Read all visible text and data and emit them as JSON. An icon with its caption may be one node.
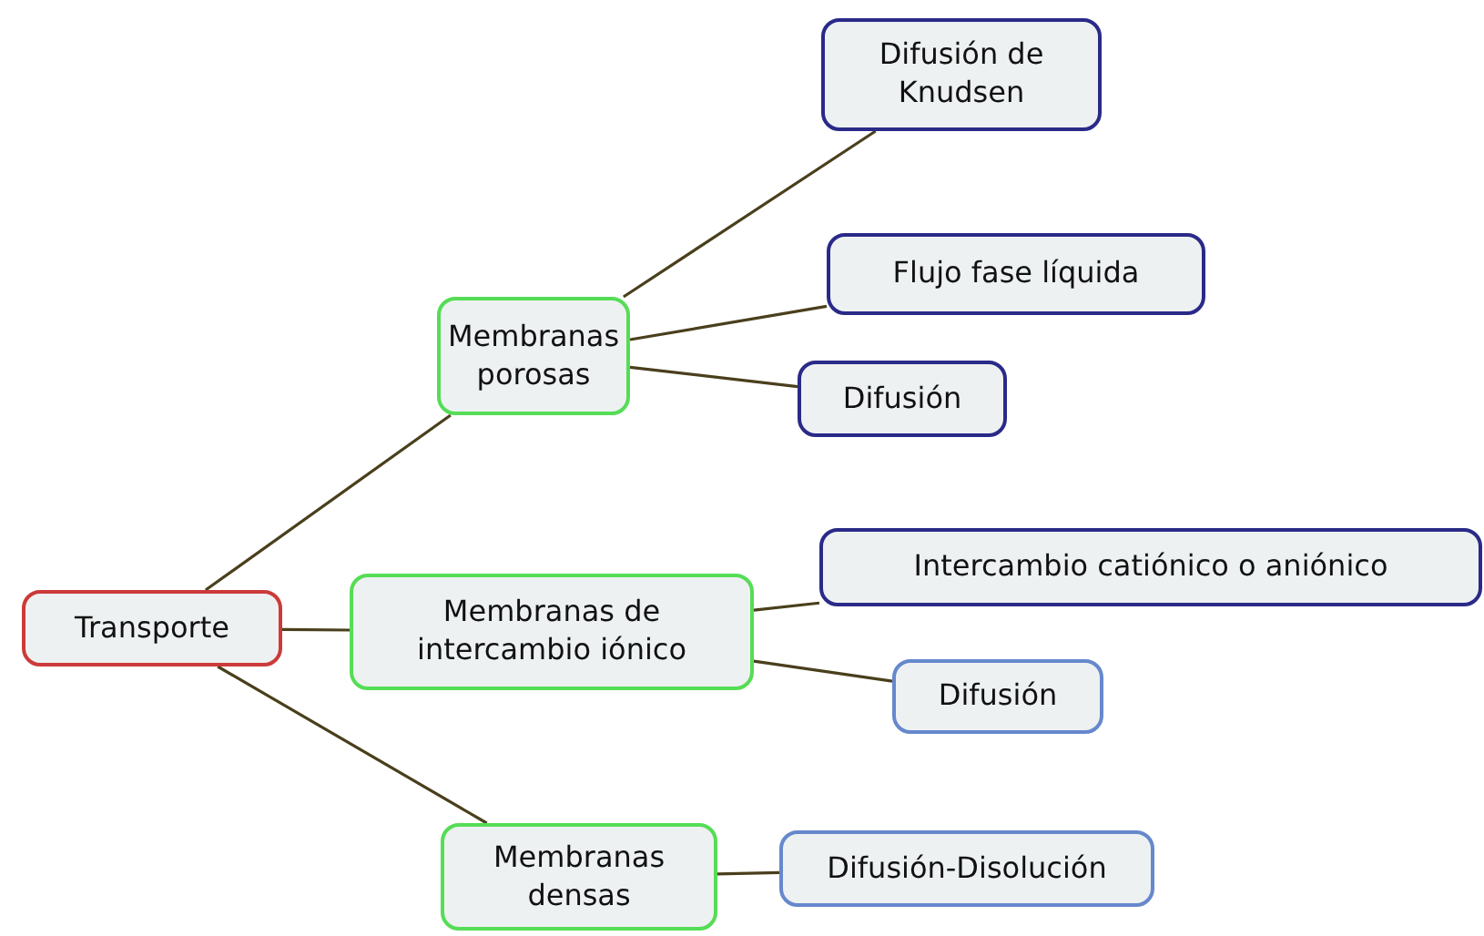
{
  "diagram": {
    "nodes": [
      {
        "text": [
          "Transporte"
        ]
      },
      {
        "text": [
          "Membranas porosas"
        ]
      },
      {
        "text": [
          "Difusión de Knudsen"
        ]
      },
      {
        "text": [
          "Flujo fase líquida"
        ]
      },
      {
        "text": [
          "Difusión"
        ]
      },
      {
        "text": [
          "Membranas de intercambio iónico"
        ]
      },
      {
        "text": [
          "Intercambio catiónico o aniónico"
        ]
      },
      {
        "text": [
          "Difusión"
        ]
      },
      {
        "text": [
          "Membranas densas"
        ]
      },
      {
        "text": [
          "Difusión-Disolución"
        ]
      }
    ],
    "edges": [
      {
        "from": 0,
        "to": 1,
        "arrow": "none"
      },
      {
        "from": 0,
        "to": 5,
        "arrow": "none"
      },
      {
        "from": 0,
        "to": 8,
        "arrow": "none"
      },
      {
        "from": 1,
        "to": 2,
        "arrow": "none"
      },
      {
        "from": 1,
        "to": 3,
        "arrow": "none"
      },
      {
        "from": 1,
        "to": 4,
        "arrow": "none"
      },
      {
        "from": 5,
        "to": 6,
        "arrow": "none"
      },
      {
        "from": 5,
        "to": 7,
        "arrow": "none"
      },
      {
        "from": 8,
        "to": 9,
        "arrow": "none"
      }
    ]
  }
}
